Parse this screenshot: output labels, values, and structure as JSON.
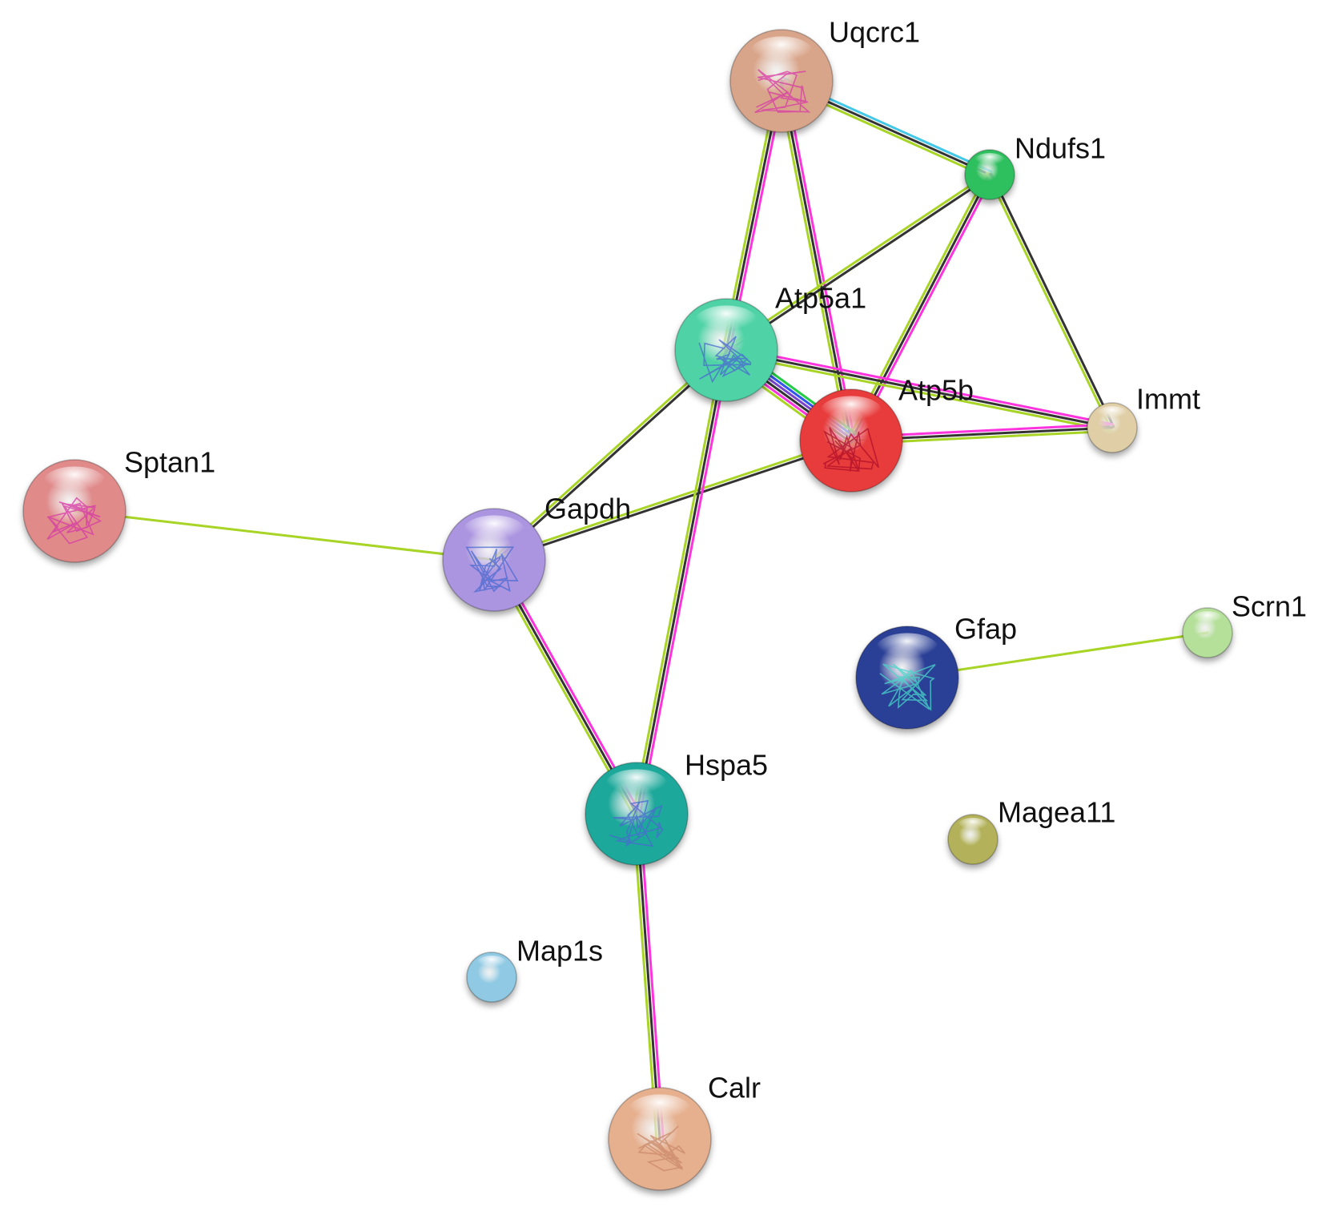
{
  "network": {
    "nodes": [
      {
        "id": "Uqcrc1",
        "label": "Uqcrc1",
        "color": "#d9a58a",
        "size": "large",
        "structure": "protein-structure-icon"
      },
      {
        "id": "Ndufs1",
        "label": "Ndufs1",
        "color": "#2fbf5f",
        "size": "small",
        "structure": ""
      },
      {
        "id": "Atp5a1",
        "label": "Atp5a1",
        "color": "#4fd3a6",
        "size": "large",
        "structure": "protein-structure-icon"
      },
      {
        "id": "Atp5b",
        "label": "Atp5b",
        "color": "#e83a3a",
        "size": "large",
        "structure": "protein-structure-icon"
      },
      {
        "id": "Immt",
        "label": "Immt",
        "color": "#e0cfa6",
        "size": "small",
        "structure": ""
      },
      {
        "id": "Sptan1",
        "label": "Sptan1",
        "color": "#e08a8a",
        "size": "large",
        "structure": "protein-structure-icon"
      },
      {
        "id": "Gapdh",
        "label": "Gapdh",
        "color": "#ab94e0",
        "size": "large",
        "structure": "protein-structure-icon"
      },
      {
        "id": "Gfap",
        "label": "Gfap",
        "color": "#2c3f96",
        "size": "large",
        "structure": "protein-structure-icon"
      },
      {
        "id": "Scrn1",
        "label": "Scrn1",
        "color": "#b4e09a",
        "size": "small",
        "structure": ""
      },
      {
        "id": "Hspa5",
        "label": "Hspa5",
        "color": "#1fa89a",
        "size": "large",
        "structure": "protein-structure-icon"
      },
      {
        "id": "Magea11",
        "label": "Magea11",
        "color": "#b3b25a",
        "size": "small",
        "structure": ""
      },
      {
        "id": "Map1s",
        "label": "Map1s",
        "color": "#8fc9e3",
        "size": "small",
        "structure": ""
      },
      {
        "id": "Calr",
        "label": "Calr",
        "color": "#e6b08f",
        "size": "large",
        "structure": "protein-structure-icon"
      }
    ],
    "edges": [
      {
        "source": "Uqcrc1",
        "target": "Ndufs1",
        "evidence": [
          "#44c8e8",
          "#333333",
          "#a7d425"
        ]
      },
      {
        "source": "Uqcrc1",
        "target": "Atp5a1",
        "evidence": [
          "#ff33dd",
          "#333333",
          "#a7d425"
        ]
      },
      {
        "source": "Uqcrc1",
        "target": "Atp5b",
        "evidence": [
          "#ff33dd",
          "#333333",
          "#a7d425"
        ]
      },
      {
        "source": "Ndufs1",
        "target": "Atp5a1",
        "evidence": [
          "#333333",
          "#a7d425"
        ]
      },
      {
        "source": "Ndufs1",
        "target": "Atp5b",
        "evidence": [
          "#ff33dd",
          "#333333",
          "#a7d425"
        ]
      },
      {
        "source": "Ndufs1",
        "target": "Immt",
        "evidence": [
          "#333333",
          "#a7d425"
        ]
      },
      {
        "source": "Atp5a1",
        "target": "Atp5b",
        "evidence": [
          "#22cc44",
          "#3355ee",
          "#7a44cc",
          "#333333",
          "#ff33dd",
          "#a7d425"
        ]
      },
      {
        "source": "Atp5a1",
        "target": "Immt",
        "evidence": [
          "#ff33dd",
          "#333333",
          "#a7d425"
        ]
      },
      {
        "source": "Atp5b",
        "target": "Immt",
        "evidence": [
          "#ff33dd",
          "#333333",
          "#a7d425"
        ]
      },
      {
        "source": "Atp5a1",
        "target": "Gapdh",
        "evidence": [
          "#333333",
          "#a7d425"
        ]
      },
      {
        "source": "Atp5b",
        "target": "Gapdh",
        "evidence": [
          "#333333",
          "#a7d425"
        ]
      },
      {
        "source": "Atp5a1",
        "target": "Hspa5",
        "evidence": [
          "#ff33dd",
          "#333333",
          "#a7d425"
        ]
      },
      {
        "source": "Sptan1",
        "target": "Gapdh",
        "evidence": [
          "#a7d425"
        ]
      },
      {
        "source": "Gapdh",
        "target": "Hspa5",
        "evidence": [
          "#ff33dd",
          "#333333",
          "#a7d425"
        ]
      },
      {
        "source": "Hspa5",
        "target": "Calr",
        "evidence": [
          "#ff33dd",
          "#333333",
          "#a7d425"
        ]
      },
      {
        "source": "Gfap",
        "target": "Scrn1",
        "evidence": [
          "#a7d425"
        ]
      }
    ]
  }
}
